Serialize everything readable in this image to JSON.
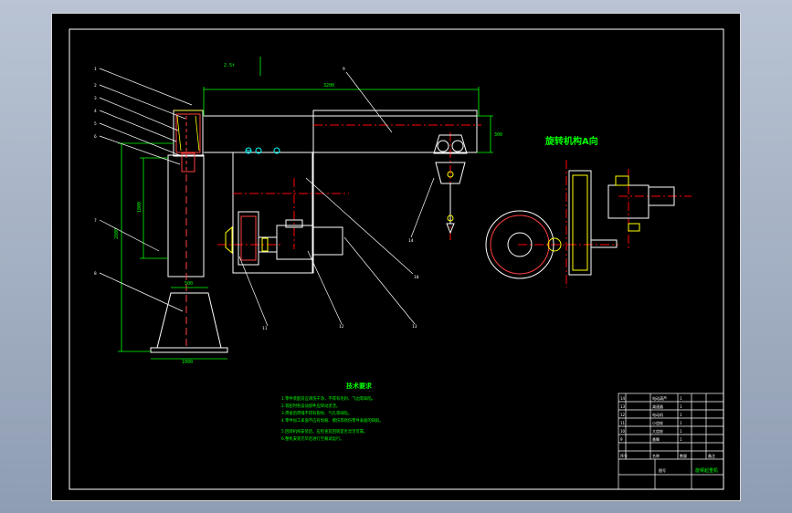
{
  "colors": {
    "background": "#000000",
    "border": "#ffffff",
    "structure": "#ffffff",
    "dimension": "#00ff00",
    "center_line": "#ff0000",
    "cut_section": "#ff4040",
    "detail": "#ffff00",
    "note_text": "#00ff00"
  },
  "drawing": {
    "view_title": "旋转机构A向",
    "notes_title": "技术要求",
    "dimension_labels": {
      "top_load": "2.5t",
      "arm_length": "3200",
      "arm_height": "300",
      "column_height": "2800",
      "height_left": "1800",
      "base_width": "1000",
      "column_width": "500"
    },
    "notes": [
      "1.零件装配前应清洗干净，不得有毛刺、飞边等缺陷。",
      "2.装配时各运动部件应转动灵活。",
      "3.焊接后焊缝不得有裂纹、气孔等缺陷。",
      "4.零件加工表面不应有划痕、擦伤等损伤零件表面的缺陷。",
      "5.回转机构安装后，应检查其回转是否灵活可靠。",
      "6.整机安装完毕后进行空载试运行。"
    ],
    "callouts": [
      "1",
      "2",
      "3",
      "4",
      "5",
      "6",
      "7",
      "8",
      "9",
      "10",
      "11",
      "12",
      "13",
      "14"
    ]
  },
  "title_block": {
    "part_rows": [
      [
        "14",
        "电动葫芦",
        "1",
        ""
      ],
      [
        "13",
        "减速器",
        "1",
        ""
      ],
      [
        "12",
        "电动机",
        "1",
        ""
      ],
      [
        "11",
        "小齿轮",
        "1",
        ""
      ],
      [
        "10",
        "大齿轮",
        "1",
        ""
      ],
      [
        "9",
        "悬臂",
        "1",
        ""
      ]
    ],
    "header": [
      "序号",
      "名称",
      "数量",
      "备注"
    ],
    "drawing_name": "旋臂起重机",
    "sheet_info": "图号"
  }
}
